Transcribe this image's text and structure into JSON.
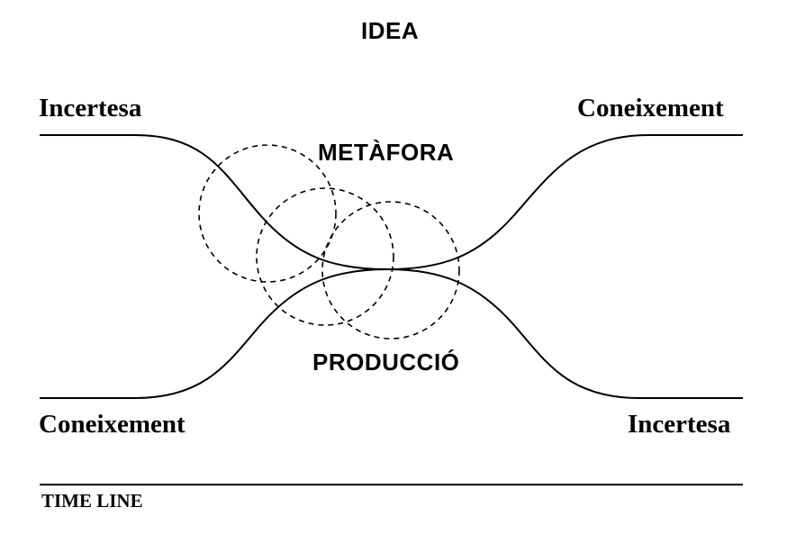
{
  "diagram": {
    "title": "IDEA",
    "top_left_label": "Incertesa",
    "top_right_label": "Coneixement",
    "bottom_left_label": "Coneixement",
    "bottom_right_label": "Incertesa",
    "upper_center_label": "METÀFORA",
    "lower_center_label": "PRODUCCIÓ",
    "axis_label": "TIME LINE",
    "colors": {
      "line": "#000000",
      "background": "#ffffff"
    },
    "curves": [
      {
        "name": "incertesa-to-coneixement",
        "from": "top-left",
        "through": "center-tangent",
        "to": "top-right",
        "style": "solid"
      },
      {
        "name": "coneixement-to-incertesa",
        "from": "bottom-left",
        "through": "center-tangent",
        "to": "bottom-right",
        "style": "solid"
      }
    ],
    "circles": [
      {
        "name": "circle-1",
        "style": "dashed"
      },
      {
        "name": "circle-2",
        "style": "dashed"
      },
      {
        "name": "circle-3",
        "style": "dashed"
      }
    ]
  }
}
